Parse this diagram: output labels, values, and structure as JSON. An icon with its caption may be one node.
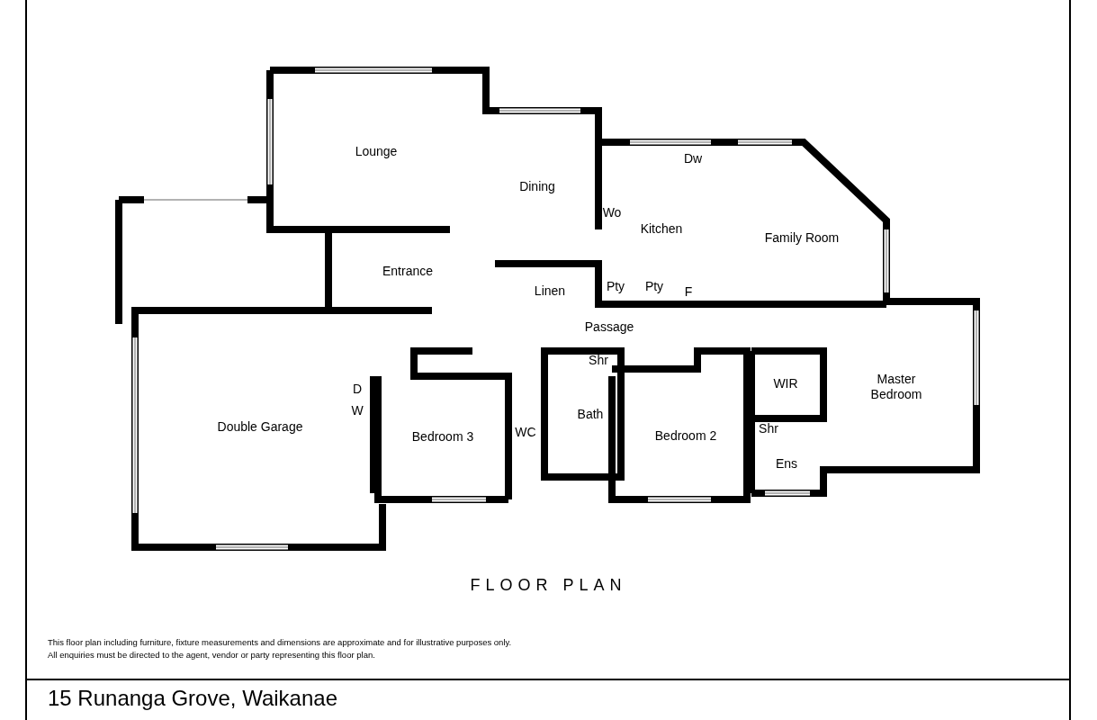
{
  "diagram": {
    "title": "15 Runanga Grove, Waikanae",
    "caption": "FLOOR PLAN",
    "labels": [
      "Lounge",
      "Dining",
      "Dw",
      "Wo",
      "Kitchen",
      "Family Room",
      "Entrance",
      "Linen",
      "Pty",
      "Pty",
      "F",
      "Passage",
      "Shr",
      "WIR",
      "Master Bedroom",
      "D",
      "W",
      "Double Garage",
      "Bedroom 3",
      "WC",
      "Bath",
      "Bedroom 2",
      "Shr",
      "Ens",
      "This floor plan including furniture, fixture measurements and dimensions are approximate and for illustrative purposes only.",
      "All enquiries must be directed to the agent, vendor or party representing this floor plan."
    ]
  }
}
